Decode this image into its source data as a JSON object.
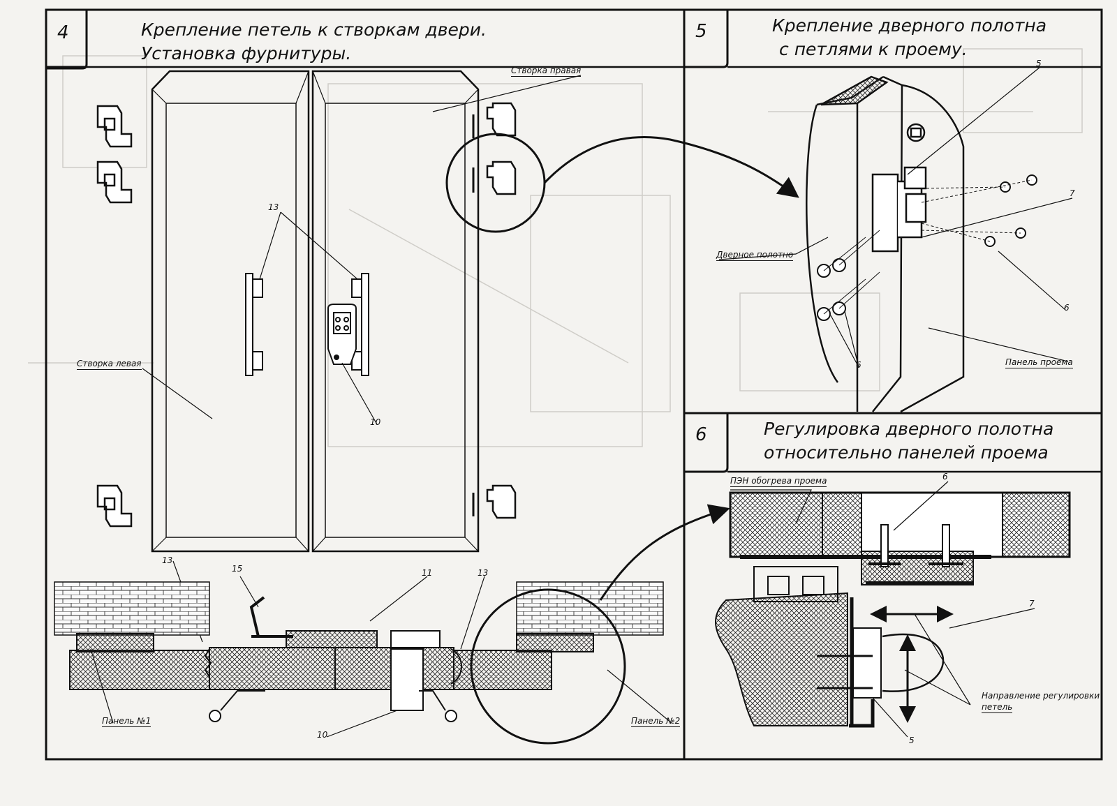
{
  "panels": [
    {
      "number": "4",
      "title_line1": "Крепление петель к створкам двери.",
      "title_line2": "Установка фурнитуры."
    },
    {
      "number": "5",
      "title_line1": "Крепление дверного полотна",
      "title_line2": "с петлями к проему."
    },
    {
      "number": "6",
      "title_line1": "Регулировка дверного полотна",
      "title_line2": "относительно панелей проема"
    }
  ],
  "callouts": {
    "stvorka_pravaya": "Створка правая",
    "stvorka_levaya": "Створка левая",
    "ref_13_top": "13",
    "ref_10_door": "10",
    "ref_13_left": "13",
    "ref_15": "15",
    "ref_11": "11",
    "ref_13_right": "13",
    "ref_10_bottom": "10",
    "panel_1": "Панель №1",
    "panel_2": "Панель №2",
    "ref_5_p5": "5",
    "ref_7_p5": "7",
    "ref_6_p5_right": "6",
    "ref_6_p5_bottom": "6",
    "dvernoe_polotno": "Дверное полотно",
    "panel_proema": "Панель проема",
    "pen_obogreva": "ПЭН обогрева проема",
    "ref_6_p6": "6",
    "ref_7_p6": "7",
    "napravlenie_line1": "Направление регулировки",
    "napravlenie_line2": "петель",
    "ref_5_p6": "5"
  },
  "colors": {
    "ink": "#111111",
    "paper": "#f4f3f0",
    "faint": "#c9c7c2"
  }
}
